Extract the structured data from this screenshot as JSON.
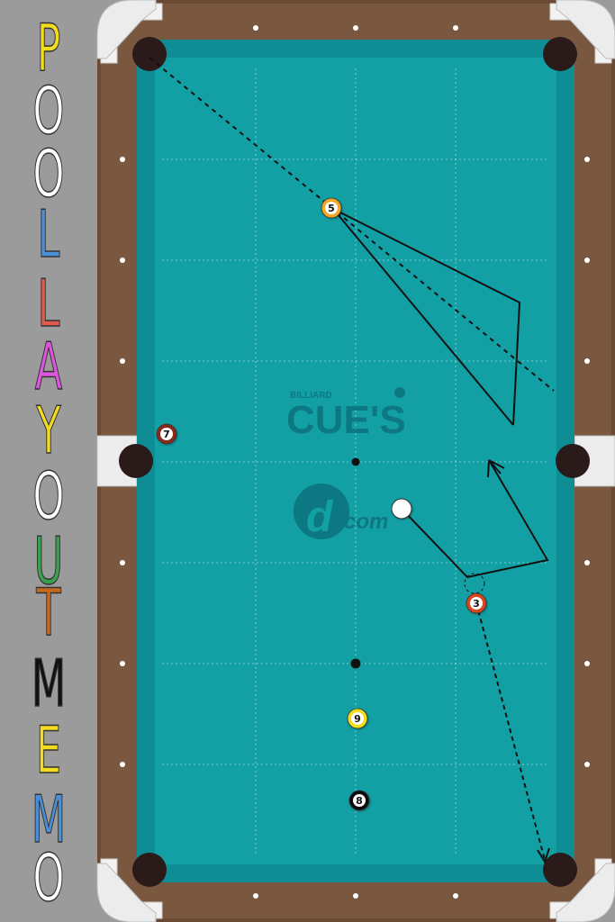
{
  "title": {
    "letters": [
      {
        "char": "P",
        "color": "#f2dc1e"
      },
      {
        "char": "O",
        "color": "#ffffff"
      },
      {
        "char": "O",
        "color": "#ffffff"
      },
      {
        "char": "L",
        "color": "#4a90d9"
      },
      {
        "char": "L",
        "color": "#e05a4a"
      },
      {
        "char": "A",
        "color": "#e055e0"
      },
      {
        "char": "Y",
        "color": "#f2dc1e"
      },
      {
        "char": "O",
        "color": "#ffffff"
      },
      {
        "char": "U",
        "color": "#3aa050"
      },
      {
        "char": "T",
        "color": "#c46a1e"
      },
      {
        "char": "M",
        "color": "#111111"
      },
      {
        "char": "E",
        "color": "#f2dc1e"
      },
      {
        "char": "M",
        "color": "#4a90d9"
      },
      {
        "char": "O",
        "color": "#ffffff"
      }
    ]
  },
  "watermark": {
    "small": "BILLIARD",
    "big": "CUE'S",
    "logo": "com"
  },
  "colors": {
    "felt": "#12a0a4",
    "rail_wood": "#7a5840",
    "rail_frame": "#6b4a35",
    "pocket_plate": "#f2f2f2",
    "pocket_hole": "#2a1a1a",
    "diamond": "#ffffff",
    "cue_ball": "#ffffff",
    "stroke": "#111111"
  },
  "balls": [
    {
      "id": "ball-5",
      "number": "5",
      "color": "#f5a623"
    },
    {
      "id": "ball-7",
      "number": "7",
      "color": "#8b2a1a"
    },
    {
      "id": "ball-3",
      "number": "3",
      "color": "#d9451f"
    },
    {
      "id": "ball-9",
      "number": "9",
      "color": "#f2dc1e"
    },
    {
      "id": "ball-8",
      "number": "8",
      "color": "#111111"
    }
  ]
}
